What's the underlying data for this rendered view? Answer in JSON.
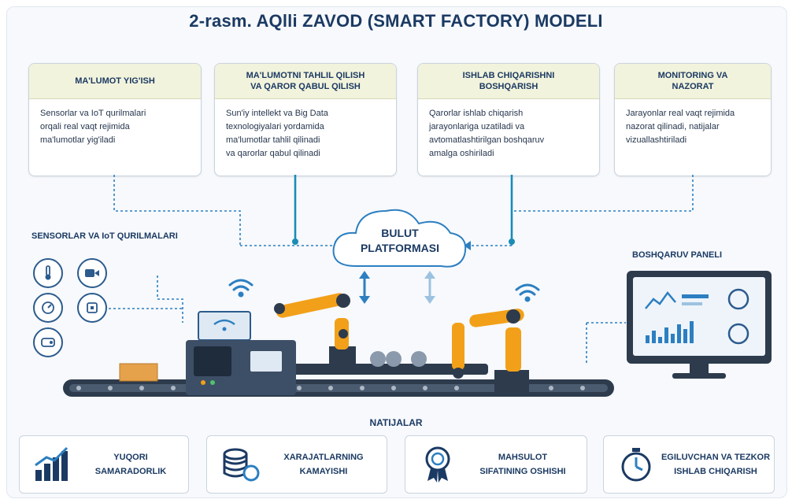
{
  "title": "2-rasm. AQlli ZAVOD (SMART FACTORY) MODELI",
  "cards": [
    {
      "title": "MA'LUMOT YIG'ISH",
      "body": "Sensorlar va IoT qurilmalari\norqali real vaqt rejimida\nma'lumotlar yig'iladi"
    },
    {
      "title": "MA'LUMOTNI TAHLIL QILISH\nVA QAROR QABUL QILISH",
      "body": "Sun'iy intellekt va Big Data\ntexnologiyalari yordamida\nma'lumotlar tahlil qilinadi\nva qarorlar qabul qilinadi"
    },
    {
      "title": "ISHLAB CHIQARISHNI\nBOSHQARISH",
      "body": "Qarorlar ishlab chiqarish\njarayonlariga uzatiladi va\navtomatlashtirilgan boshqaruv\namalga oshiriladi"
    },
    {
      "title": "MONITORING VA\nNAZORAT",
      "body": "Jarayonlar real vaqt rejimida\nnazorat qilinadi, natijalar\nvizuallashtiriladi"
    }
  ],
  "sensors_label": "SENSORLAR VA IoT QURILMALARI",
  "cloud_label": "BULUT\nPLATFORMASI",
  "panel_label": "BOSHQARUV PANELI",
  "results_label": "NATIJALAR",
  "results": [
    {
      "text": "YUQORI\nSAMARADORLIK",
      "icon": "bar-chart-icon"
    },
    {
      "text": "XARAJATLARNING\nKAMAYISHI",
      "icon": "coins-icon"
    },
    {
      "text": "MAHSULOT\nSIFATINING OSHISHI",
      "icon": "quality-badge-icon"
    },
    {
      "text": "EGILUVCHAN VA TEZKOR\nISHLAB CHIQARISH",
      "icon": "stopwatch-icon"
    }
  ],
  "colors": {
    "navy": "#1b3a63",
    "blue": "#2c7fc1",
    "teal": "#1a8cb5",
    "orange": "#f2a019",
    "header_bg": "#f2f3dc"
  }
}
